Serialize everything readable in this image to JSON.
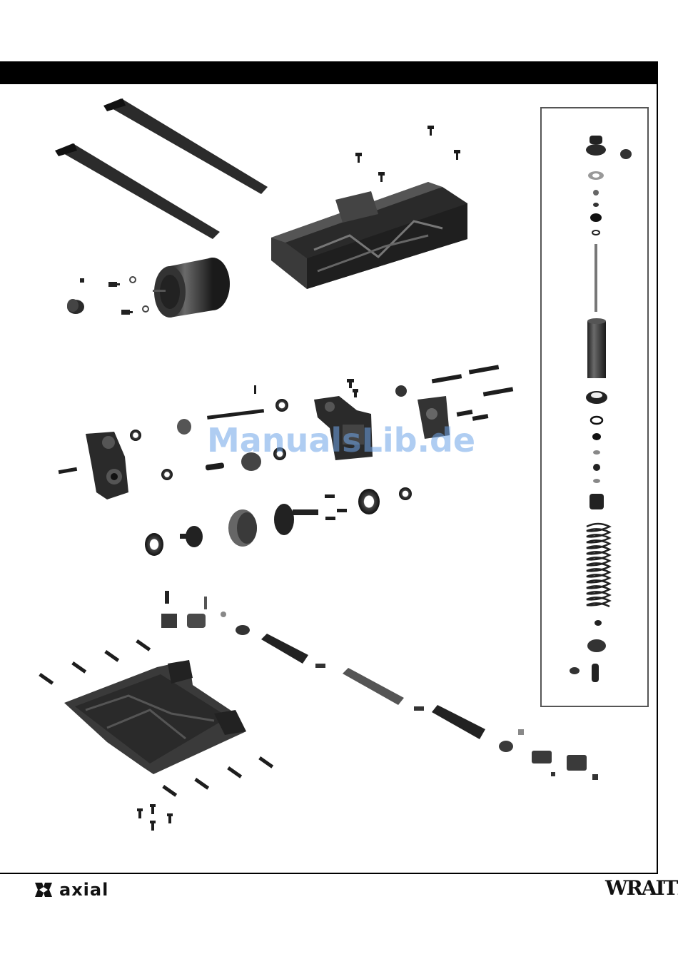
{
  "watermark": "ManualsLib.de",
  "footer": {
    "brand": "axial",
    "model": "WRAITH"
  },
  "icons": {
    "brand_mark": "axial-logo-icon"
  },
  "colors": {
    "part": "#2b2b2b",
    "part_dark": "#151515",
    "part_light": "#8a8a8a",
    "header": "#000000",
    "watermark": "#6fa5e8"
  }
}
